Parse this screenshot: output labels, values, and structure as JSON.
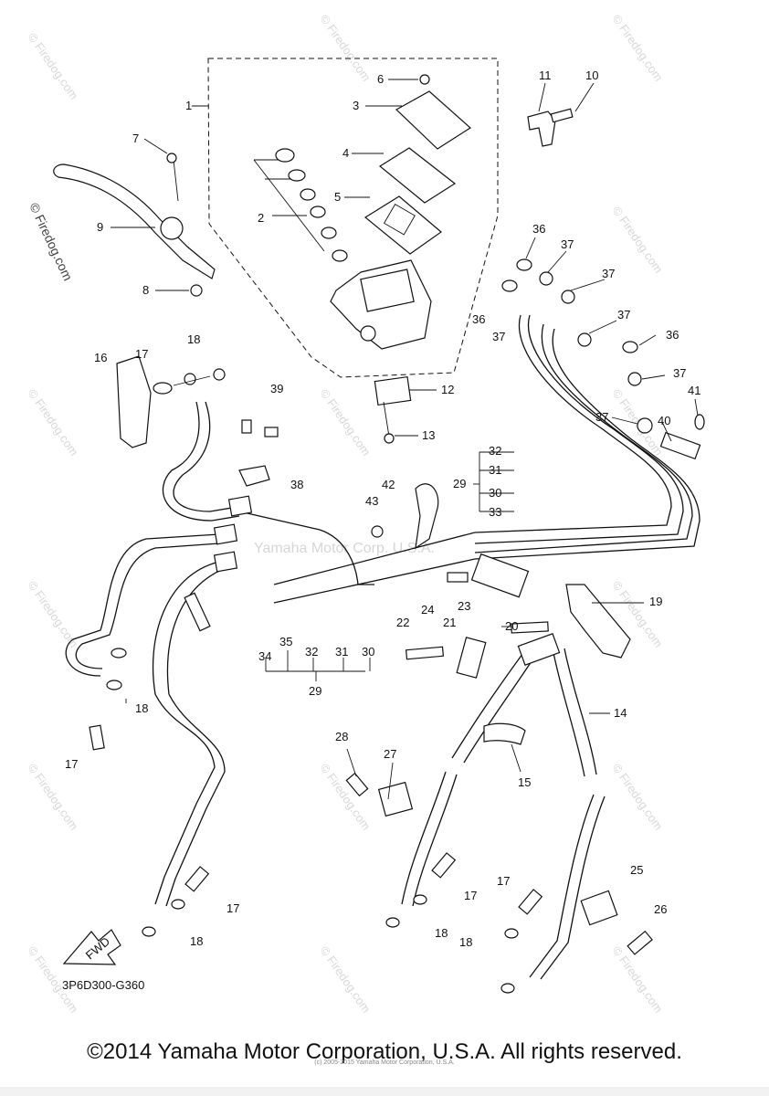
{
  "watermark": {
    "text": "© Firedog.com",
    "side_text": "© Firedog.com",
    "center_text": "Yamaha Motor Corp. U.S.A."
  },
  "diagram_code": "3P6D300-G360",
  "fwd_label": "FWD",
  "copyright": "©2014 Yamaha Motor Corporation, U.S.A. All rights reserved.",
  "fine_print": "(c) 2005-2015 Yamaha Motor Corporation, U.S.A.",
  "callouts": {
    "c1": "1",
    "c2": "2",
    "c3": "3",
    "c4": "4",
    "c5": "5",
    "c6": "6",
    "c7": "7",
    "c8": "8",
    "c9": "9",
    "c10": "10",
    "c11": "11",
    "c12": "12",
    "c13": "13",
    "c14": "14",
    "c15": "15",
    "c16": "16",
    "c17": "17",
    "c18": "18",
    "c19": "19",
    "c20": "20",
    "c21": "21",
    "c22": "22",
    "c23": "23",
    "c24": "24",
    "c25": "25",
    "c26": "26",
    "c27": "27",
    "c28": "28",
    "c29": "29",
    "c30": "30",
    "c31": "31",
    "c32": "32",
    "c33": "33",
    "c34": "34",
    "c35": "35",
    "c36": "36",
    "c37": "37",
    "c38": "38",
    "c39": "39",
    "c40": "40",
    "c41": "41",
    "c42": "42",
    "c43": "43"
  }
}
